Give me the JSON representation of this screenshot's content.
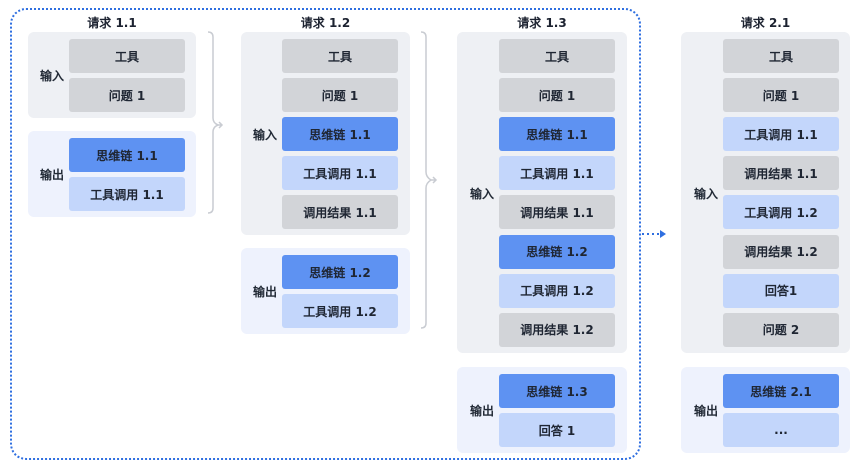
{
  "requests": [
    {
      "title": "请求 1.1",
      "input_label": "输入",
      "output_label": "输出",
      "input": [
        {
          "text": "工具",
          "style": "gray"
        },
        {
          "text": "问题 1",
          "style": "gray"
        }
      ],
      "output": [
        {
          "text": "思维链 1.1",
          "style": "dark"
        },
        {
          "text": "工具调用 1.1",
          "style": "light"
        }
      ]
    },
    {
      "title": "请求 1.2",
      "input_label": "输入",
      "output_label": "输出",
      "input": [
        {
          "text": "工具",
          "style": "gray"
        },
        {
          "text": "问题 1",
          "style": "gray"
        },
        {
          "text": "思维链 1.1",
          "style": "dark"
        },
        {
          "text": "工具调用 1.1",
          "style": "light"
        },
        {
          "text": "调用结果 1.1",
          "style": "gray"
        }
      ],
      "output": [
        {
          "text": "思维链 1.2",
          "style": "dark"
        },
        {
          "text": "工具调用 1.2",
          "style": "light"
        }
      ]
    },
    {
      "title": "请求 1.3",
      "input_label": "输入",
      "output_label": "输出",
      "input": [
        {
          "text": "工具",
          "style": "gray"
        },
        {
          "text": "问题 1",
          "style": "gray"
        },
        {
          "text": "思维链 1.1",
          "style": "dark"
        },
        {
          "text": "工具调用 1.1",
          "style": "light"
        },
        {
          "text": "调用结果 1.1",
          "style": "gray"
        },
        {
          "text": "思维链 1.2",
          "style": "dark"
        },
        {
          "text": "工具调用 1.2",
          "style": "light"
        },
        {
          "text": "调用结果 1.2",
          "style": "gray"
        }
      ],
      "output": [
        {
          "text": "思维链 1.3",
          "style": "dark"
        },
        {
          "text": "回答 1",
          "style": "light"
        }
      ]
    },
    {
      "title": "请求 2.1",
      "input_label": "输入",
      "output_label": "输出",
      "input": [
        {
          "text": "工具",
          "style": "gray"
        },
        {
          "text": "问题 1",
          "style": "gray"
        },
        {
          "text": "工具调用 1.1",
          "style": "light"
        },
        {
          "text": "调用结果 1.1",
          "style": "gray"
        },
        {
          "text": "工具调用 1.2",
          "style": "light"
        },
        {
          "text": "调用结果 1.2",
          "style": "gray"
        },
        {
          "text": "回答1",
          "style": "light"
        },
        {
          "text": "问题 2",
          "style": "gray"
        }
      ],
      "output": [
        {
          "text": "思维链 2.1",
          "style": "dark"
        },
        {
          "text": "...",
          "style": "light"
        }
      ]
    }
  ],
  "colors": {
    "block_gray": "#d2d4d8",
    "block_dark_blue": "#5e92f2",
    "block_light_blue": "#c3d6fb",
    "frame": "#2f6fe0"
  }
}
